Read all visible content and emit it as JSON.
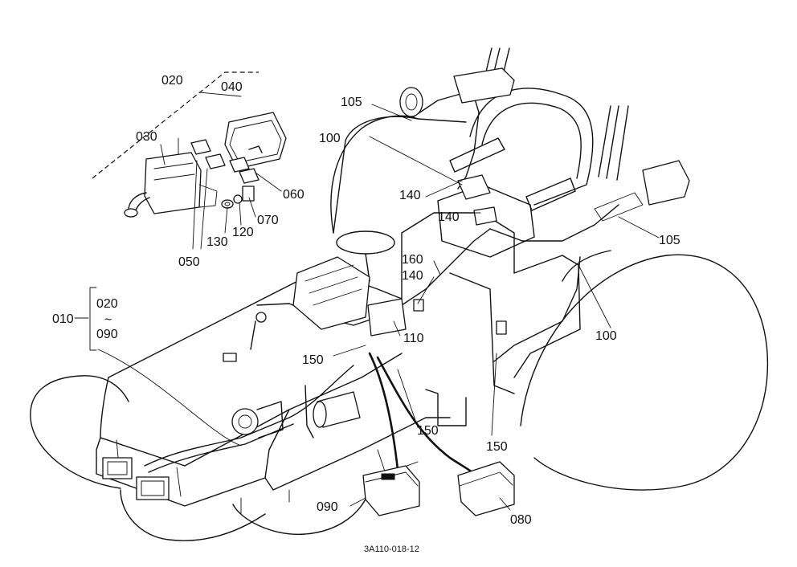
{
  "diagram": {
    "drawing_code": "3A110-018-12",
    "callouts": {
      "c010": "010",
      "c020_range_start": "020",
      "range_sep": "~",
      "c090_range_end": "090",
      "c020": "020",
      "c030": "030",
      "c040": "040",
      "c050": "050",
      "c060": "060",
      "c070": "070",
      "c120": "120",
      "c130": "130",
      "c105_top": "105",
      "c100_top": "100",
      "c140_a": "140",
      "c140_b": "140",
      "c160": "160",
      "c140_c": "140",
      "c110": "110",
      "c150_a": "150",
      "c150_b": "150",
      "c150_c": "150",
      "c105_right": "105",
      "c100_right": "100",
      "c090": "090",
      "c080": "080"
    }
  }
}
